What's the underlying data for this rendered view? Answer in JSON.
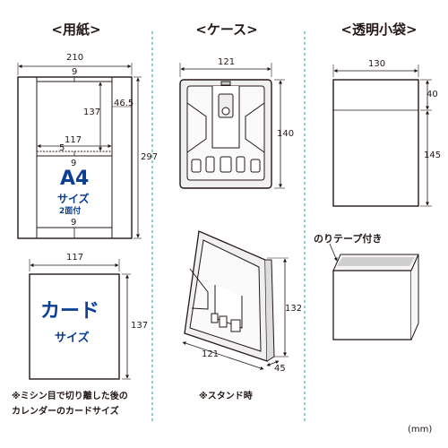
{
  "headers": {
    "paper": "<用紙>",
    "case": "<ケース>",
    "bag": "<透明小袋>"
  },
  "paper": {
    "width": "210",
    "margin_top": "9",
    "inner_height": "137",
    "right_offset": "46.5",
    "inner_width": "117",
    "height": "297",
    "margin_mid": "9",
    "gap": "5",
    "a4_label": "A4",
    "size_label": "サイズ",
    "two_up_label": "2面付",
    "margin_bottom": "9"
  },
  "card": {
    "width": "117",
    "height": "137",
    "title": "カード",
    "subtitle": "サイズ",
    "note_line1": "※ミシン目で切り離した後の",
    "note_line2": "カレンダーのカードサイズ"
  },
  "case": {
    "width": "121",
    "height": "140",
    "stand_height": "132",
    "stand_width": "121",
    "stand_depth": "45",
    "stand_note": "※スタンド時"
  },
  "bag": {
    "width": "130",
    "flap": "40",
    "height": "145",
    "tape_label": "のりテープ付き"
  },
  "unit": "(mm)",
  "colors": {
    "divider": "#4fb9b5",
    "accent_blue": "#0b3f92",
    "line": "#231815",
    "case_fill": "#f0f0f0"
  }
}
